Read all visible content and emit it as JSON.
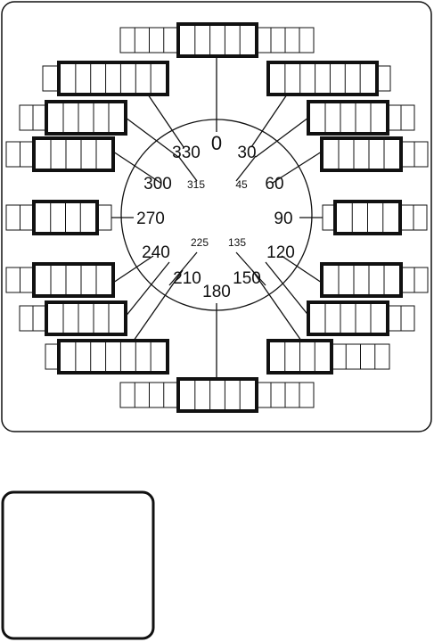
{
  "dial": {
    "labels": [
      {
        "key": "deg-0",
        "text": "0"
      },
      {
        "key": "deg-30",
        "text": "30"
      },
      {
        "key": "deg-45",
        "text": "45"
      },
      {
        "key": "deg-60",
        "text": "60"
      },
      {
        "key": "deg-90",
        "text": "90"
      },
      {
        "key": "deg-120",
        "text": "120"
      },
      {
        "key": "deg-135",
        "text": "135"
      },
      {
        "key": "deg-150",
        "text": "150"
      },
      {
        "key": "deg-180",
        "text": "180"
      },
      {
        "key": "deg-210",
        "text": "210"
      },
      {
        "key": "deg-225",
        "text": "225"
      },
      {
        "key": "deg-240",
        "text": "240"
      },
      {
        "key": "deg-270",
        "text": "270"
      },
      {
        "key": "deg-300",
        "text": "300"
      },
      {
        "key": "deg-315",
        "text": "315"
      },
      {
        "key": "deg-330",
        "text": "330"
      }
    ]
  },
  "colors": {
    "stroke": "#111111",
    "background": "#ffffff"
  }
}
